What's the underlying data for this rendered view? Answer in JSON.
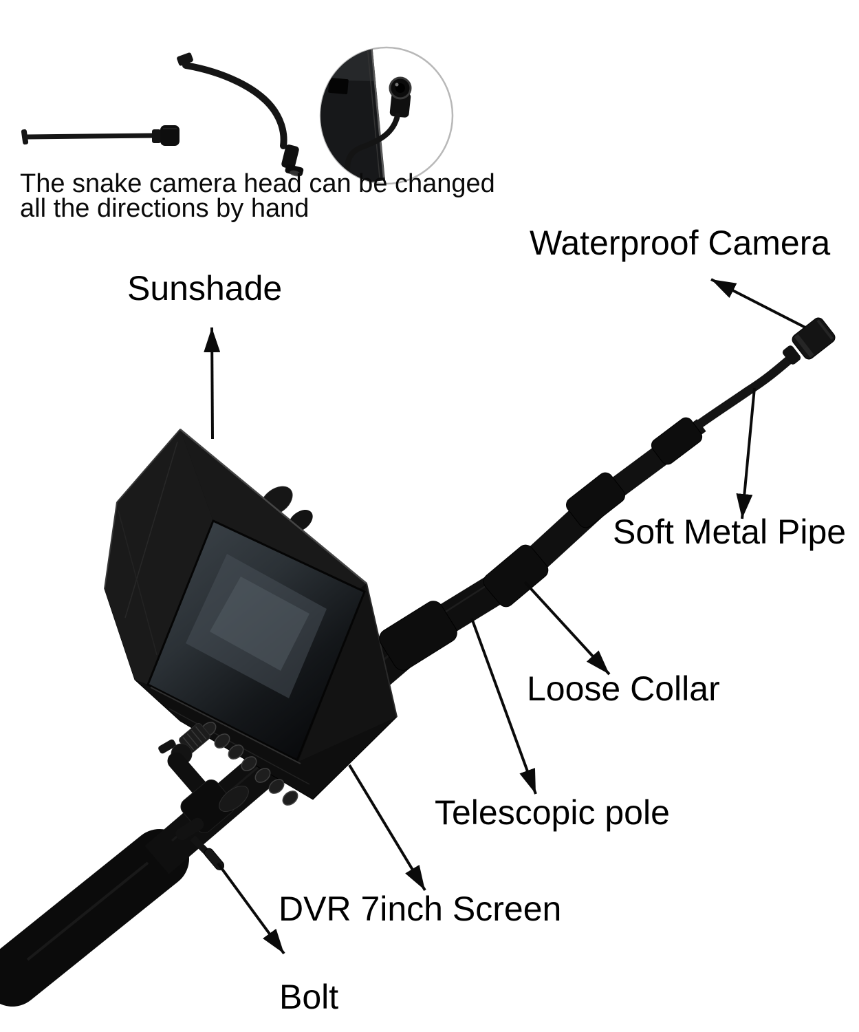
{
  "caption": {
    "line1": "The snake camera head can be changed",
    "line2": "all the directions by hand"
  },
  "labels": {
    "waterproof_camera": "Waterproof Camera",
    "sunshade": "Sunshade",
    "soft_metal_pipe": "Soft Metal Pipe",
    "loose_collar": "Loose Collar",
    "telescopic_pole": "Telescopic pole",
    "dvr_screen": "DVR 7inch Screen",
    "bolt": "Bolt"
  },
  "colors": {
    "background": "#ffffff",
    "label_text": "#000000",
    "product_black": "#101010",
    "screen_reflection": "#4a525a",
    "magnifier_border": "#b8b8b8"
  }
}
